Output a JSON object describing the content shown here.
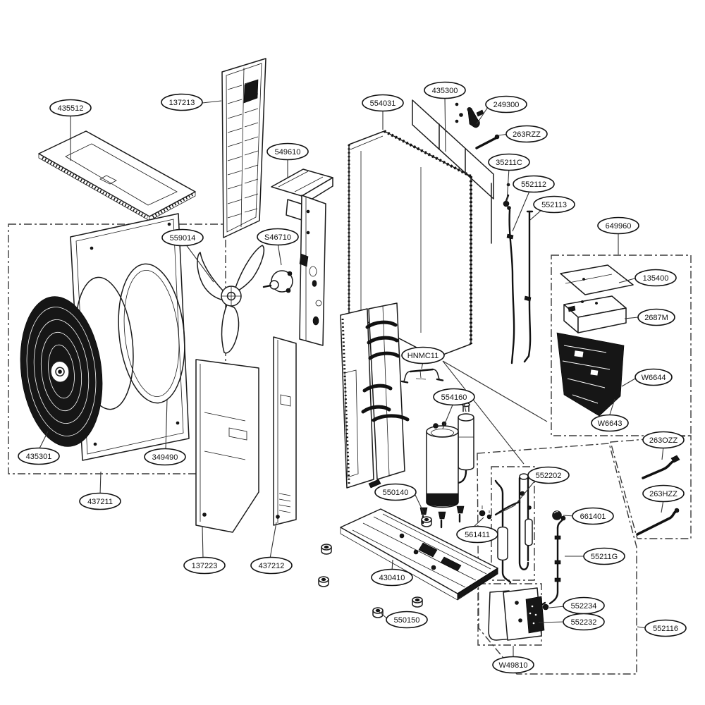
{
  "diagram": {
    "kind": "exploded parts diagram",
    "background_color": "#ffffff",
    "line_color": "#1a1a1a",
    "label_text_color": "#111111"
  },
  "parts": [
    {
      "label": "435512"
    },
    {
      "label": "137213"
    },
    {
      "label": "549610"
    },
    {
      "label": "554031"
    },
    {
      "label": "435300"
    },
    {
      "label": "249300"
    },
    {
      "label": "263RZZ"
    },
    {
      "label": "35211C"
    },
    {
      "label": "552112"
    },
    {
      "label": "552113"
    },
    {
      "label": "649960"
    },
    {
      "label": "135400"
    },
    {
      "label": "2687M"
    },
    {
      "label": "W6644"
    },
    {
      "label": "W6643"
    },
    {
      "label": "559014"
    },
    {
      "label": "S46710"
    },
    {
      "label": "263OZZ"
    },
    {
      "label": "263HZZ"
    },
    {
      "label": "435301"
    },
    {
      "label": "349490"
    },
    {
      "label": "437211"
    },
    {
      "label": "HNMC11"
    },
    {
      "label": "554160"
    },
    {
      "label": "550140"
    },
    {
      "label": "561411"
    },
    {
      "label": "552202"
    },
    {
      "label": "661401"
    },
    {
      "label": "55211G"
    },
    {
      "label": "552234"
    },
    {
      "label": "552232"
    },
    {
      "label": "552116"
    },
    {
      "label": "137223"
    },
    {
      "label": "437212"
    },
    {
      "label": "430410"
    },
    {
      "label": "550150"
    },
    {
      "label": "W49810"
    }
  ]
}
